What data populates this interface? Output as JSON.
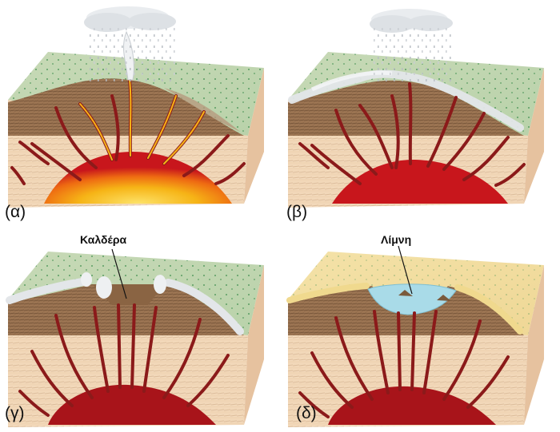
{
  "panels": [
    {
      "label": "(α)"
    },
    {
      "label": "(β)"
    },
    {
      "label": "(γ)",
      "callout": "Καλδέρα"
    },
    {
      "label": "(δ)",
      "callout": "Λίμνη"
    }
  ],
  "colors": {
    "side": "#f1d5b4",
    "strata_line": "#d8b592",
    "top_green": "#bfd6b0",
    "cone_brown": "#9b7452",
    "dike": "#8b1a1a",
    "magma_hot": "#f6b416",
    "magma_red": "#c8161c",
    "ash": "#dfe3e6",
    "lake": "#a9dbe8",
    "sand": "#f3dda0"
  },
  "icons": [
    "cloud-icon",
    "rain-icon",
    "steam-icon"
  ]
}
